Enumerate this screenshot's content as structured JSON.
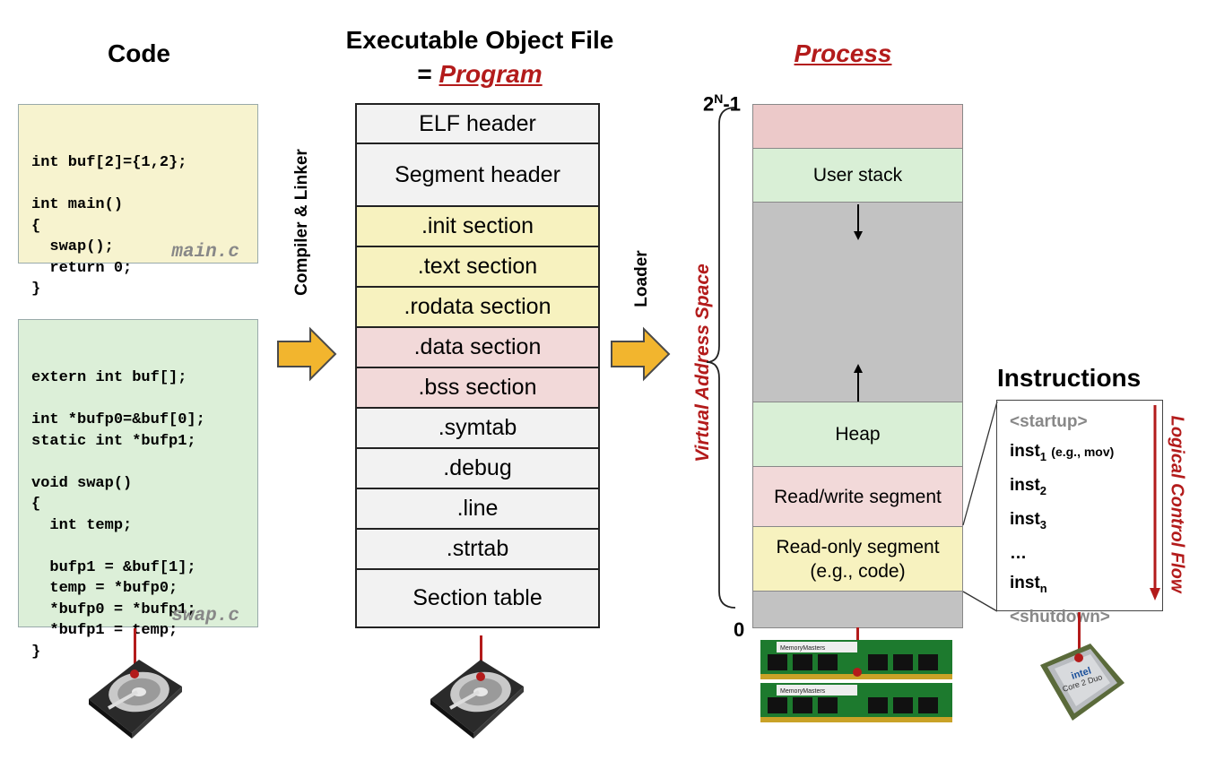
{
  "code_section": {
    "title": "Code",
    "main_c": {
      "filename": "main.c",
      "lines": [
        "int buf[2]={1,2};",
        "",
        "int main()",
        "{",
        "  swap();",
        "  return 0;",
        "}"
      ]
    },
    "swap_c": {
      "filename": "swap.c",
      "lines": [
        "extern int buf[];",
        "",
        "int *bufp0=&buf[0];",
        "static int *bufp1;",
        "",
        "void swap()",
        "{",
        "  int temp;",
        "",
        "  bufp1 = &buf[1];",
        "  temp = *bufp0;",
        "  *bufp0 = *bufp1;",
        "  *bufp1 = temp;",
        "}"
      ]
    }
  },
  "compiler_label": "Compiler & Linker",
  "executable": {
    "title_line1": "Executable Object File",
    "title_line2_prefix": "= ",
    "title_line2_emph": "Program",
    "sections": [
      {
        "label": "ELF header",
        "color": "#f2f2f2"
      },
      {
        "label": "Segment header",
        "color": "#f2f2f2"
      },
      {
        "label": ".init section",
        "color": "#f7f2bf"
      },
      {
        "label": ".text section",
        "color": "#f7f2bf"
      },
      {
        "label": ".rodata section",
        "color": "#f7f2bf"
      },
      {
        "label": ".data section",
        "color": "#f2d9d9"
      },
      {
        "label": ".bss section",
        "color": "#f2d9d9"
      },
      {
        "label": ".symtab",
        "color": "#f2f2f2"
      },
      {
        "label": ".debug",
        "color": "#f2f2f2"
      },
      {
        "label": ".line",
        "color": "#f2f2f2"
      },
      {
        "label": ".strtab",
        "color": "#f2f2f2"
      },
      {
        "label": "Section table",
        "color": "#f2f2f2"
      }
    ]
  },
  "loader_label": "Loader",
  "process": {
    "title": "Process",
    "top_label": "2",
    "top_label_sup": "N",
    "top_label_suffix": "-1",
    "bottom_label": "0",
    "vas_label": "Virtual Address Space",
    "segments": [
      {
        "label": "",
        "color": "#ecc9c9"
      },
      {
        "label": "User stack",
        "color": "#d9efd6"
      },
      {
        "label": "",
        "color": "#c2c2c2"
      },
      {
        "label": "Heap",
        "color": "#d9efd6"
      },
      {
        "label": "Read/write segment",
        "color": "#f2d9d9"
      },
      {
        "label": "Read-only segment\n(e.g., code)",
        "color": "#f7f2bf"
      },
      {
        "label": "",
        "color": "#c2c2c2"
      }
    ]
  },
  "instructions": {
    "title": "Instructions",
    "startup": "<startup>",
    "inst1": "inst",
    "inst1_sub": "1",
    "inst1_note": "(e.g., mov)",
    "inst2": "inst",
    "inst2_sub": "2",
    "inst3": "inst",
    "inst3_sub": "3",
    "ellipsis": "…",
    "instn": "inst",
    "instn_sub": "n",
    "shutdown": "<shutdown>",
    "flow_label": "Logical Control Flow"
  },
  "colors": {
    "accent_red": "#b31b1b",
    "arrow_fill": "#f2b52e",
    "code_main_bg": "#f7f3cf",
    "code_swap_bg": "#dcefd8"
  },
  "icons": [
    "hard-disk-icon",
    "memory-module-icon",
    "cpu-chip-icon"
  ],
  "cpu_brand": "intel",
  "cpu_model": "Core 2 Duo",
  "ram_brand": "MemoryMasters"
}
